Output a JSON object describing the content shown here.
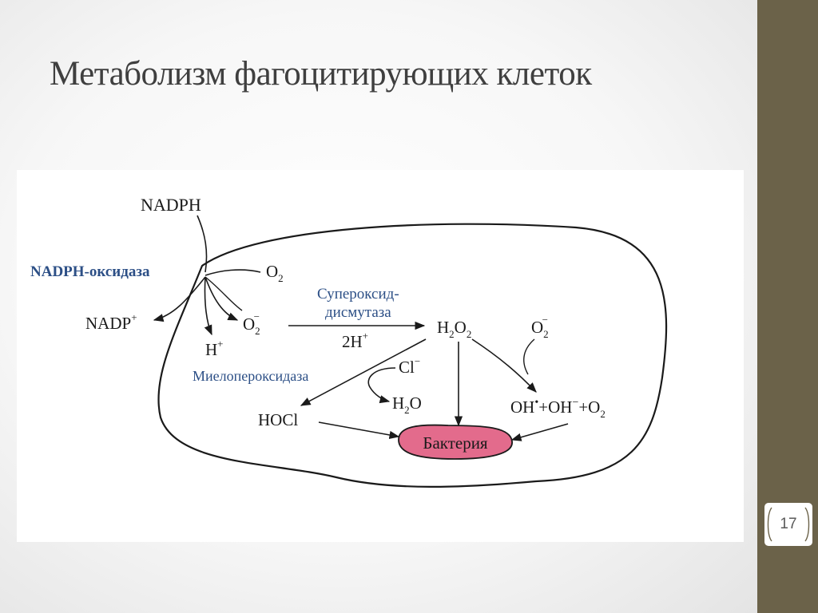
{
  "slide": {
    "title": "Метаболизм фагоцитирующих клеток",
    "page_number": "17"
  },
  "diagram": {
    "nadph": "NADPH",
    "nadph_oxidase": "NADPH-оксидаза",
    "o2_base": "O",
    "o2_sub": "2",
    "nadp_base": "NADP",
    "nadp_sup": "+",
    "o2r_base": "O",
    "o2r_sub": "2",
    "o2r_sup": "−",
    "h_base": "H",
    "h_sup": "+",
    "sod_line1": "Супероксид-",
    "sod_line2": "дисмутаза",
    "twoh_base": "2H",
    "twoh_sup": "+",
    "h2o2_a": "H",
    "h2o2_sub1": "2",
    "h2o2_b": "O",
    "h2o2_sub2": "2",
    "o2r2_base": "O",
    "o2r2_sub": "2",
    "o2r2_sup": "−",
    "mpo": "Миелопероксидаза",
    "cl_base": "Cl",
    "cl_sup": "−",
    "h2o_a": "H",
    "h2o_sub": "2",
    "h2o_b": "O",
    "hocl": "HOCl",
    "oh_eq_oh": "OH",
    "oh_eq_dot": "•",
    "oh_eq_plus1": "+OH",
    "oh_eq_minus": "−",
    "oh_eq_plus2": "+O",
    "oh_eq_sub": "2",
    "bacteria": "Бактерия"
  },
  "colors": {
    "sidebar": "#6b6249",
    "title_text": "#3f3f3f",
    "enzyme_text": "#2c4f86",
    "bacteria_fill": "#e36b8c"
  }
}
